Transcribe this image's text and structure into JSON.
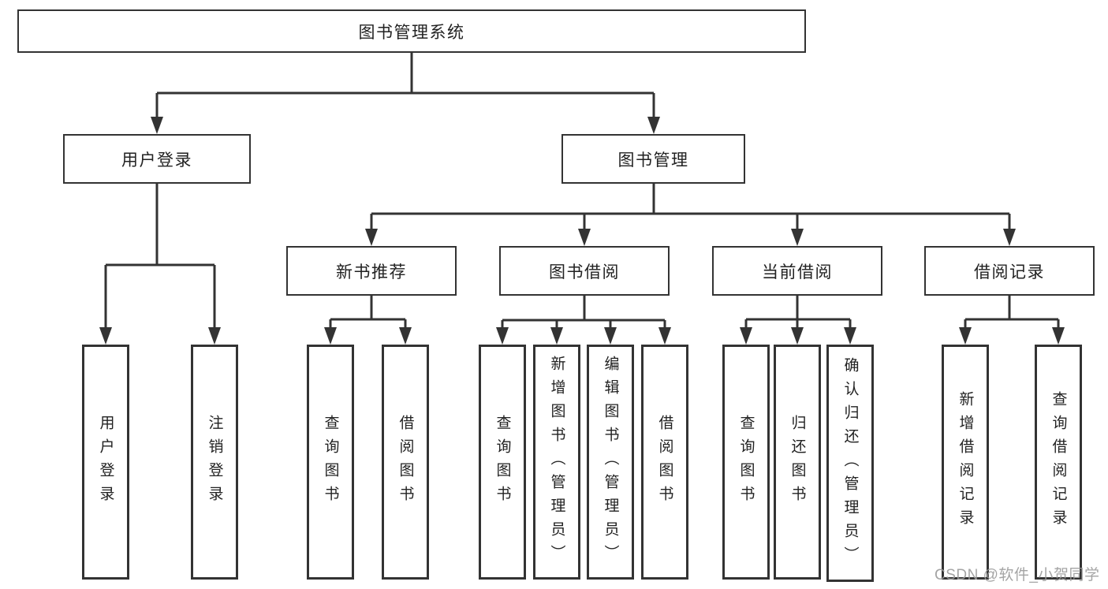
{
  "colors": {
    "line": "#333333",
    "box_border": "#333333",
    "box_fill": "#ffffff",
    "label_text": "#222222",
    "watermark_text": "#9b9b9b",
    "background": "#ffffff"
  },
  "tree": {
    "root": {
      "label": "图书管理系统"
    },
    "branches": [
      {
        "label": "用户登录",
        "children": [
          {
            "label": "用户登录"
          },
          {
            "label": "注销登录"
          }
        ]
      },
      {
        "label": "图书管理",
        "children": [
          {
            "label": "新书推荐",
            "children": [
              {
                "label": "查询图书"
              },
              {
                "label": "借阅图书"
              }
            ]
          },
          {
            "label": "图书借阅",
            "children": [
              {
                "label": "查询图书"
              },
              {
                "label": "新增图书（管理员）"
              },
              {
                "label": "编辑图书（管理员）"
              },
              {
                "label": "借阅图书"
              }
            ]
          },
          {
            "label": "当前借阅",
            "children": [
              {
                "label": "查询图书"
              },
              {
                "label": "归还图书"
              },
              {
                "label": "确认归还（管理员）"
              }
            ]
          },
          {
            "label": "借阅记录",
            "children": [
              {
                "label": "新增借阅记录"
              },
              {
                "label": "查询借阅记录"
              }
            ]
          }
        ]
      }
    ]
  },
  "watermark": {
    "text": "CSDN @软件_小贺同学"
  }
}
